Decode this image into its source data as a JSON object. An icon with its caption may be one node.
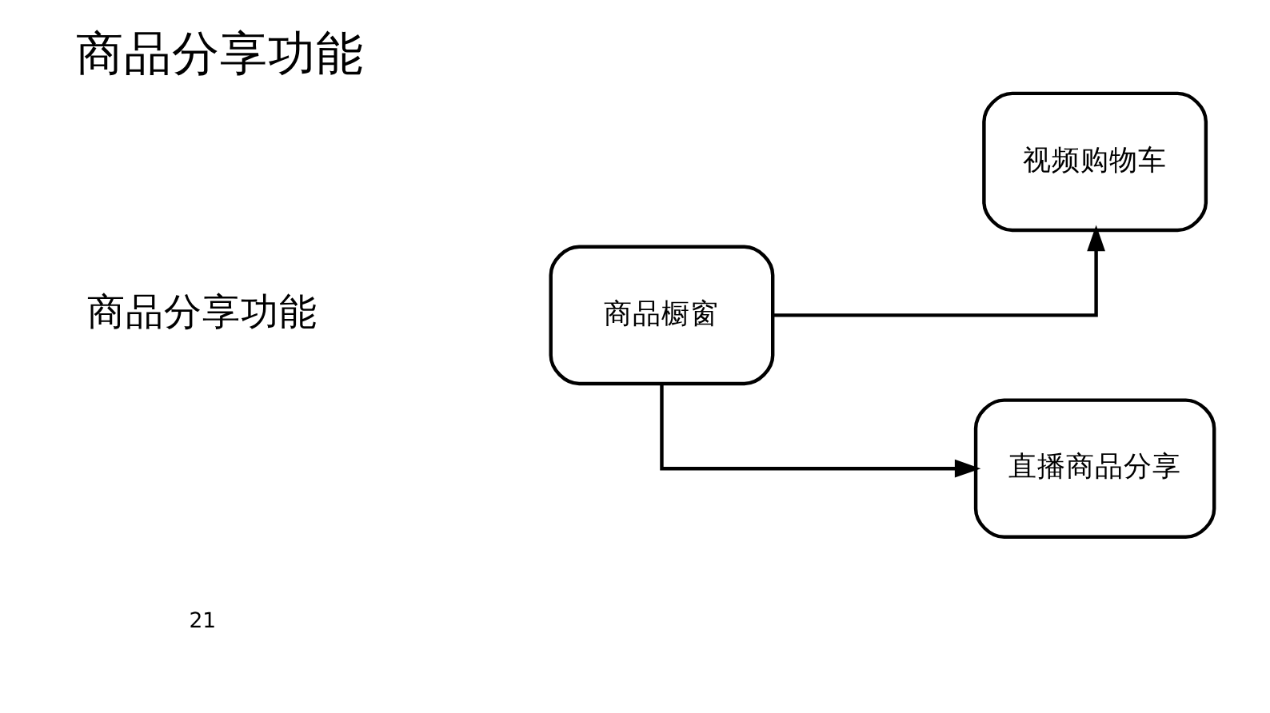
{
  "diagram": {
    "title": "商品分享功能",
    "nodes": [
      {
        "text": [
          "商品橱窗"
        ]
      },
      {
        "text": [
          "视频购物车"
        ]
      },
      {
        "text": [
          "直播商品分享"
        ]
      }
    ],
    "edges": [
      {
        "from": 0,
        "to": 1,
        "arrow": "to"
      },
      {
        "from": 0,
        "to": 2,
        "arrow": "to"
      }
    ],
    "labels": [
      "21",
      "商品分享功能"
    ]
  }
}
